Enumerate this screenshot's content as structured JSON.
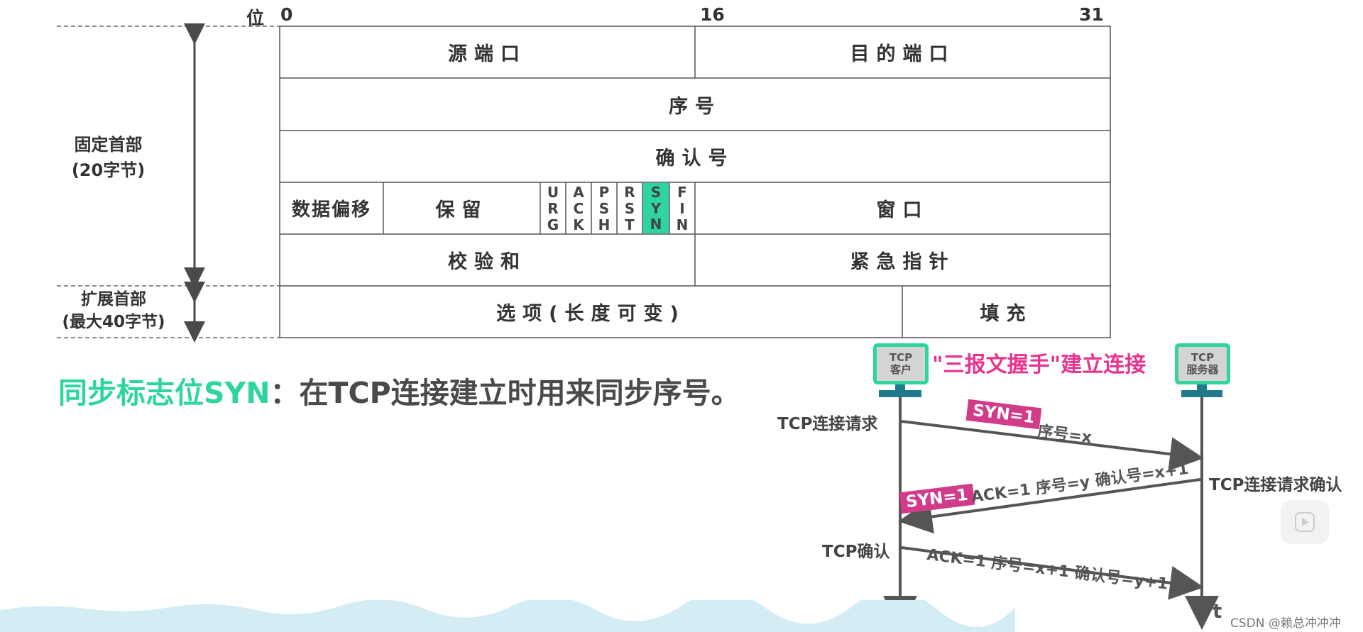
{
  "bits": {
    "label": "位",
    "b0": "0",
    "b16": "16",
    "b31": "31"
  },
  "sections": {
    "fixed": "固定首部\n(20字节)",
    "fixed_line1": "固定首部",
    "fixed_line2": "(20字节)",
    "ext_line1": "扩展首部",
    "ext_line2": "(最大40字节)"
  },
  "fields": {
    "src_port": "源端口",
    "dst_port": "目的端口",
    "seq": "序号",
    "ack_num": "确认号",
    "offset": "数据偏移",
    "reserved": "保留",
    "window": "窗口",
    "checksum": "校验和",
    "urgent": "紧急指针",
    "options": "选项(长度可变)",
    "padding": "填充"
  },
  "flags": [
    {
      "name": "URG",
      "letters": [
        "U",
        "R",
        "G"
      ]
    },
    {
      "name": "ACK",
      "letters": [
        "A",
        "C",
        "K"
      ]
    },
    {
      "name": "PSH",
      "letters": [
        "P",
        "S",
        "H"
      ]
    },
    {
      "name": "RST",
      "letters": [
        "R",
        "S",
        "T"
      ]
    },
    {
      "name": "SYN",
      "letters": [
        "S",
        "Y",
        "N"
      ]
    },
    {
      "name": "FIN",
      "letters": [
        "F",
        "I",
        "N"
      ]
    }
  ],
  "caption": {
    "term": "同步标志位SYN",
    "desc": "：在TCP连接建立时用来同步序号。"
  },
  "handshake": {
    "title": "\"三报文握手\"建立连接",
    "client_line1": "TCP",
    "client_line2": "客户",
    "server_line1": "TCP",
    "server_line2": "服务器",
    "req_label": "TCP连接请求",
    "req_confirm_label": "TCP连接请求确认",
    "confirm_label": "TCP确认",
    "msg1_tag": "SYN=1",
    "msg1_text": "序号=x",
    "msg2_tag": "SYN=1",
    "msg2_text": "ACK=1  序号=y  确认号=x+1",
    "msg3_text": "ACK=1  序号=x+1  确认号=y+1",
    "time_label": "t"
  },
  "colors": {
    "accent_green": "#2ed5a0",
    "pink": "#d13b8a",
    "title_pink": "#e8348e"
  },
  "watermark": "CSDN @赖总冲冲冲"
}
